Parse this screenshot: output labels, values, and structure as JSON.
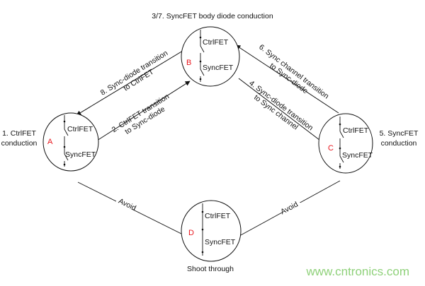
{
  "nodes": {
    "A": {
      "letter": "A",
      "top": "CtrlFET",
      "bottom": "SyncFET",
      "caption_1": "1. CtrlFET",
      "caption_2": "conduction"
    },
    "B": {
      "letter": "B",
      "top": "CtrlFET",
      "bottom": "SyncFET",
      "caption": "3/7. SyncFET body diode conduction"
    },
    "C": {
      "letter": "C",
      "top": "CtrlFET",
      "bottom": "SyncFET",
      "caption_1": "5. SyncFET",
      "caption_2": "conduction"
    },
    "D": {
      "letter": "D",
      "top": "CtrlFET",
      "bottom": "SyncFET",
      "caption": "Shoot through"
    }
  },
  "edges": {
    "a_to_b": {
      "line1": "2. CtrlFET transition",
      "line2": "to Sync-diode"
    },
    "b_to_a": {
      "line1": "8. Sync-diode transition",
      "line2": "to CtrlFET"
    },
    "b_to_c": {
      "line1": "4. Sync-diode transition",
      "line2": "to Sync channel"
    },
    "c_to_b": {
      "line1": "6. Sync channel transition",
      "line2": "to Sync-diode"
    },
    "a_d": {
      "label": "Avoid"
    },
    "c_d": {
      "label": "Avoid"
    }
  },
  "watermark": "www.cntronics.com"
}
